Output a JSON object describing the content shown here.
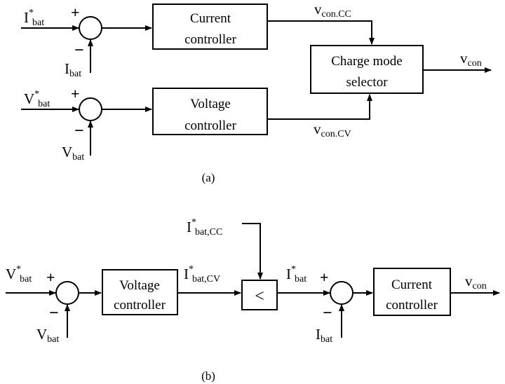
{
  "part_a": {
    "i_ref": {
      "main": "I",
      "sup": "*",
      "sub": "bat"
    },
    "i_fb": {
      "main": "I",
      "sub": "bat"
    },
    "v_ref": {
      "main": "V",
      "sup": "*",
      "sub": "bat"
    },
    "v_fb": {
      "main": "V",
      "sub": "bat"
    },
    "current_controller": [
      "Current",
      "controller"
    ],
    "voltage_controller": [
      "Voltage",
      "controller"
    ],
    "selector": [
      "Charge mode",
      "selector"
    ],
    "vcon_cc": {
      "main": "v",
      "sub": "con.CC"
    },
    "vcon_cv": {
      "main": "v",
      "sub": "con.CV"
    },
    "vcon": {
      "main": "v",
      "sub": "con"
    },
    "plus": "+",
    "minus": "−",
    "caption": "(a)"
  },
  "part_b": {
    "v_ref": {
      "main": "V",
      "sup": "*",
      "sub": "bat"
    },
    "v_fb": {
      "main": "V",
      "sub": "bat"
    },
    "voltage_controller": [
      "Voltage",
      "controller"
    ],
    "i_ref_cv": {
      "main": "I",
      "sup": "*",
      "sub": "bat,CV"
    },
    "i_ref_cc": {
      "main": "I",
      "sup": "*",
      "sub": "bat,CC"
    },
    "min_block": "<",
    "i_ref": {
      "main": "I",
      "sup": "*",
      "sub": "bat"
    },
    "i_fb": {
      "main": "I",
      "sub": "bat"
    },
    "current_controller": [
      "Current",
      "controller"
    ],
    "vcon": {
      "main": "v",
      "sub": "con"
    },
    "plus": "+",
    "minus": "−",
    "caption": "(b)"
  }
}
